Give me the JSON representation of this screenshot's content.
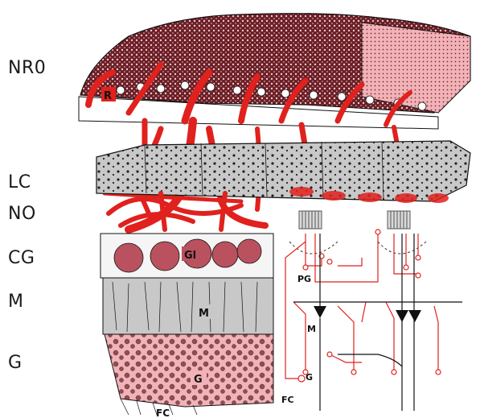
{
  "layer_labels": {
    "nr0": "NR0",
    "lc": "LC",
    "no": "NO",
    "cg": "CG",
    "m": "M",
    "g": "G"
  },
  "illustration_labels": {
    "r": "R",
    "gl": "Gl",
    "m": "M",
    "g": "G",
    "fc_bottom": "FC"
  },
  "schematic_labels": {
    "pg": "PG",
    "m": "M",
    "g": "G",
    "fc": "FC"
  },
  "colors": {
    "vessel_red": "#e0211d",
    "pink_layer": "#f2b3b8",
    "gray_layer": "#c8c8c8",
    "glomerulus": "#b9525e",
    "ink": "#111111"
  }
}
